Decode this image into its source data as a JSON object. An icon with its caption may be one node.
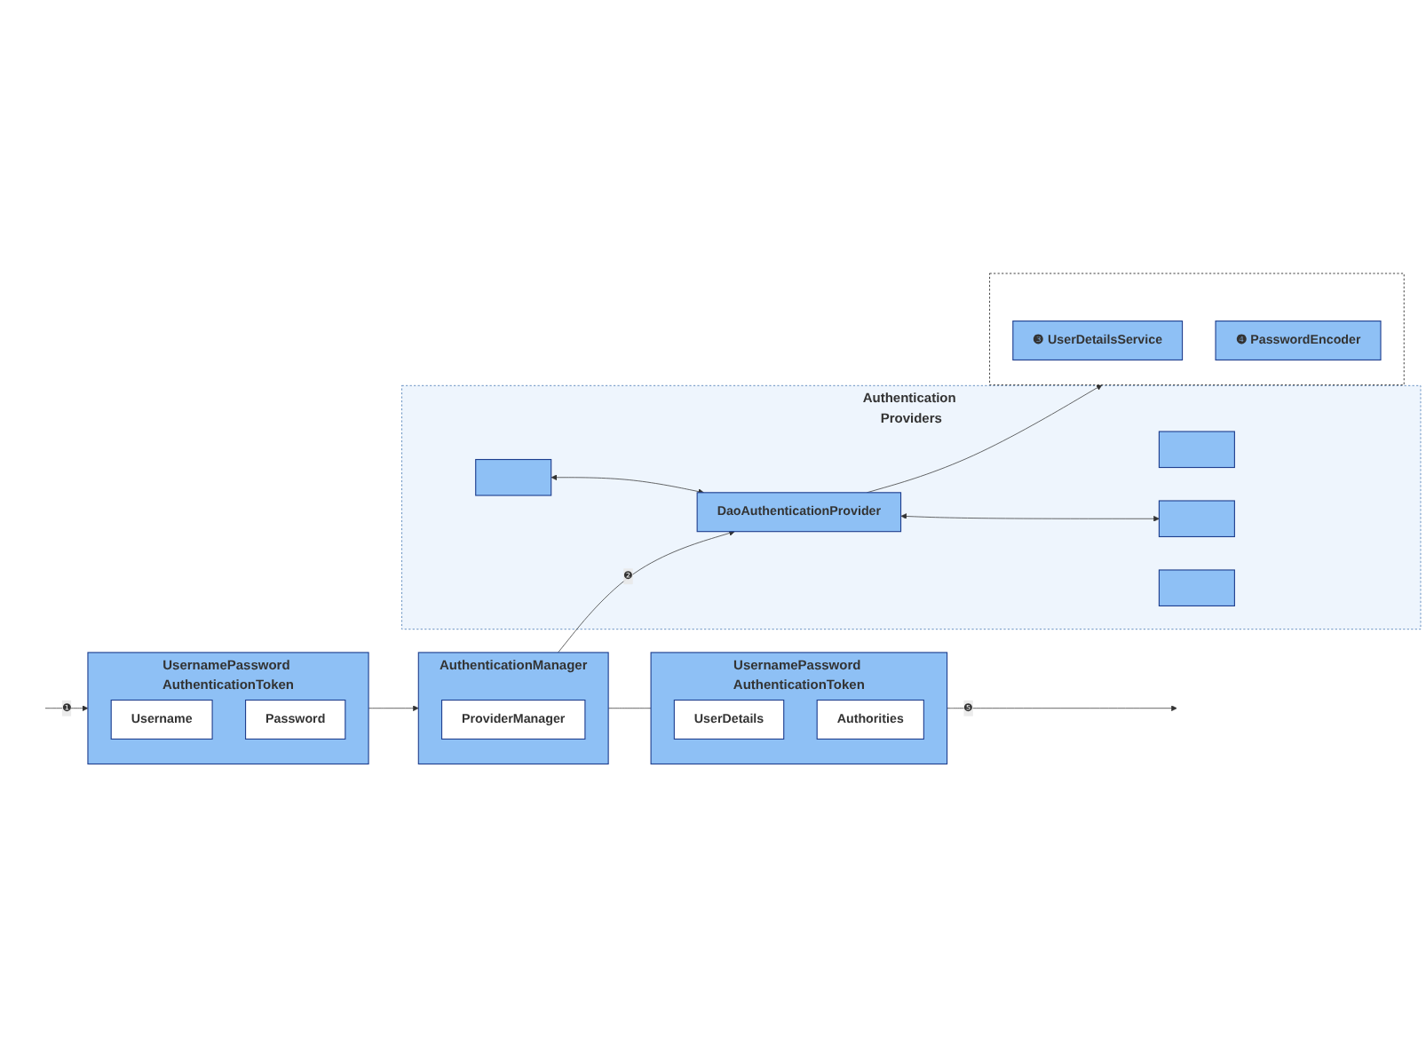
{
  "diagram": {
    "nodes": [
      {
        "text": [
          "UsernamePassword AuthenticationToken"
        ]
      },
      {
        "text": [
          "Username"
        ],
        "in": 0
      },
      {
        "text": [
          "Password"
        ],
        "in": 0
      },
      {
        "text": [
          "AuthenticationManager"
        ]
      },
      {
        "text": [
          "ProviderManager"
        ],
        "in": 3
      },
      {
        "text": [
          "UsernamePassword AuthenticationToken"
        ]
      },
      {
        "text": [
          "UserDetails"
        ],
        "in": 5
      },
      {
        "text": [
          "Authorities"
        ],
        "in": 5
      },
      {
        "text": [
          "Authentication Providers"
        ]
      },
      {
        "text": [],
        "shape": "bar",
        "in": 8
      },
      {
        "text": [],
        "shape": "bar",
        "in": 8
      },
      {
        "text": [
          "DaoAuthenticationProvider"
        ],
        "in": 8
      },
      {
        "text": [],
        "shape": "bar",
        "in": 8
      },
      {
        "text": [],
        "shape": "bar",
        "in": 8
      },
      {
        "text": [],
        "shape": "box"
      },
      {
        "text": [
          "❸",
          "UserDetailsService"
        ],
        "in": 14
      },
      {
        "text": [
          "❹",
          "PasswordEncoder"
        ],
        "in": 14
      }
    ],
    "edges": [
      {
        "from": null,
        "to": 0,
        "arrow": "to",
        "label": "❶"
      },
      {
        "from": 0,
        "to": 3,
        "arrow": "to"
      },
      {
        "from": 3,
        "to": 5,
        "arrow": "none"
      },
      {
        "from": 5,
        "to": null,
        "arrow": "to",
        "label": "❺"
      },
      {
        "from": 3,
        "to": 11,
        "arrow": "to",
        "label": "❷"
      },
      {
        "from": 11,
        "to": 14,
        "arrow": "to"
      },
      {
        "from": 10,
        "to": 11,
        "arrow": "both"
      },
      {
        "from": 11,
        "to": 12,
        "arrow": "both"
      }
    ]
  }
}
